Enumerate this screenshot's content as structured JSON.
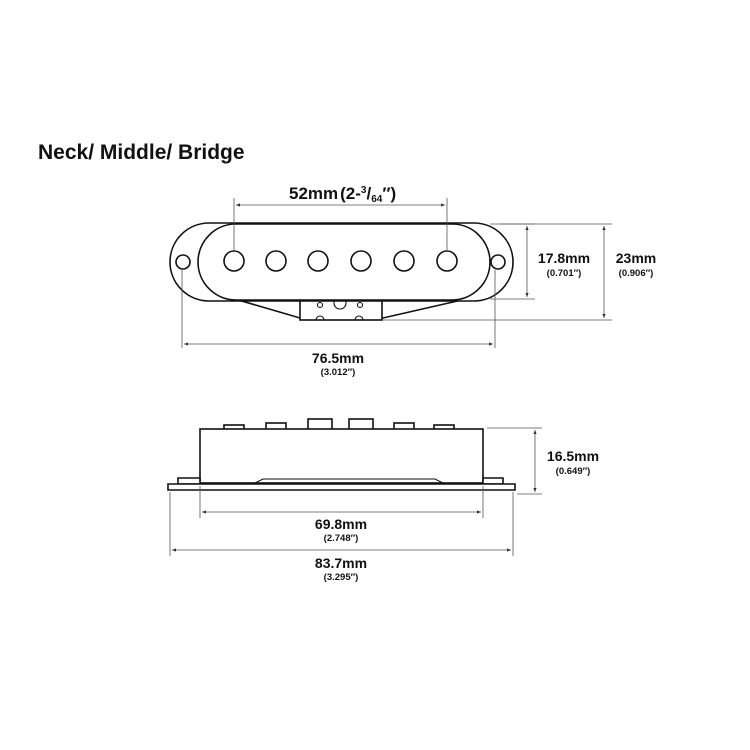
{
  "title": "Neck/ Middle/ Bridge",
  "pole_spacing": {
    "main": "52mm",
    "paren_open": "(2-",
    "num": "3",
    "slash": "/",
    "den": "64",
    "paren_close": "″)"
  },
  "coil_width": {
    "main": "17.8mm",
    "sub": "(0.701″)"
  },
  "total_width": {
    "main": "23mm",
    "sub": "(0.906″)"
  },
  "cover_length": {
    "main": "76.5mm",
    "sub": "(3.012″)"
  },
  "height": {
    "main": "16.5mm",
    "sub": "(0.649″)"
  },
  "coil_length": {
    "main": "69.8mm",
    "sub": "(2.748″)"
  },
  "base_length": {
    "main": "83.7mm",
    "sub": "(3.295″)"
  }
}
